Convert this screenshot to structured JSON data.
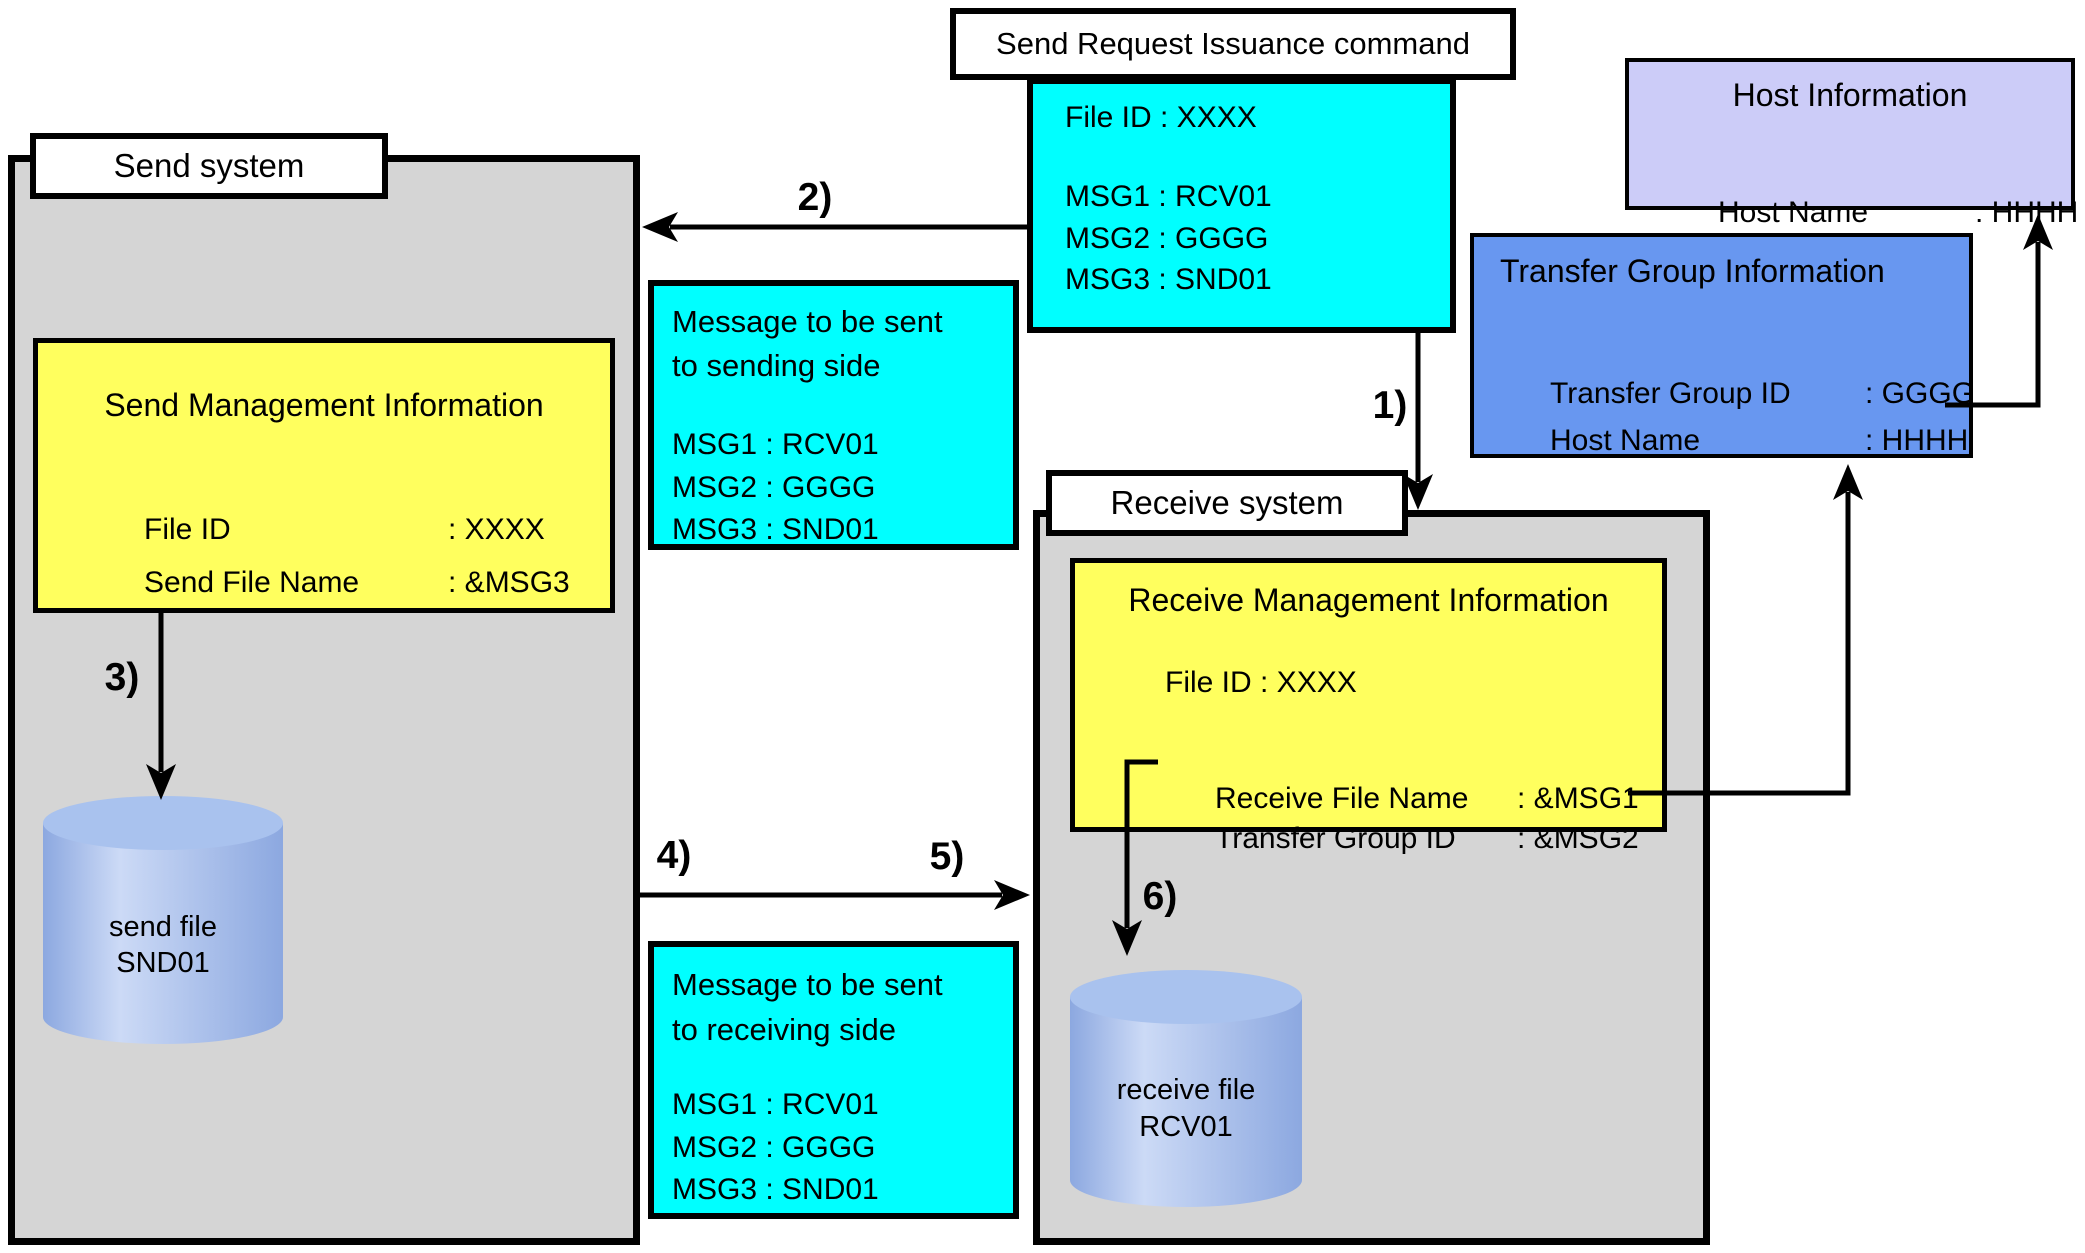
{
  "colors": {
    "system_gray": "#d5d5d5",
    "cyan": "#00ffff",
    "yellow": "#ffff5e",
    "lavender": "#ccccf8",
    "blue": "#6897f0",
    "cylinder_blue": "#9db7ea",
    "border": "#000000"
  },
  "command": {
    "title": "Send Request Issuance command",
    "file_id": "File ID : XXXX",
    "msg1": "MSG1 : RCV01",
    "msg2": "MSG2 : GGGG",
    "msg3": "MSG3 : SND01"
  },
  "host_info": {
    "title": "Host Information",
    "row": {
      "label": "Host Name",
      "value": ": HHHH"
    }
  },
  "transfer_group": {
    "title": "Transfer Group Information",
    "rows": [
      {
        "label": "Transfer Group ID",
        "value": ": GGGG"
      },
      {
        "label": "Host Name",
        "value": ": HHHH"
      }
    ]
  },
  "send_system": {
    "label": "Send system",
    "management": {
      "title": "Send Management Information",
      "rows": [
        {
          "label": "File ID",
          "value": ": XXXX"
        },
        {
          "label": "Send File Name",
          "value": ": &MSG3"
        }
      ]
    },
    "file_store": {
      "line1": "send file",
      "line2": "SND01"
    }
  },
  "receive_system": {
    "label": "Receive system",
    "management": {
      "title": "Receive Management Information",
      "file_id": "File ID : XXXX",
      "rows": [
        {
          "label": "Receive File Name",
          "value": ": &MSG1"
        },
        {
          "label": "Transfer Group ID",
          "value": ": &MSG2"
        }
      ]
    },
    "file_store": {
      "line1": "receive file",
      "line2": "RCV01"
    }
  },
  "message_to_sending": {
    "title_line1": "Message to be sent",
    "title_line2": "to sending side",
    "msg1": "MSG1 : RCV01",
    "msg2": "MSG2 : GGGG",
    "msg3": "MSG3 : SND01"
  },
  "message_to_receiving": {
    "title_line1": "Message to be sent",
    "title_line2": "to receiving side",
    "msg1": "MSG1 : RCV01",
    "msg2": "MSG2 : GGGG",
    "msg3": "MSG3 : SND01"
  },
  "steps": {
    "s1": "1)",
    "s2": "2)",
    "s3": "3)",
    "s4": "4)",
    "s5": "5)",
    "s6": "6)"
  }
}
